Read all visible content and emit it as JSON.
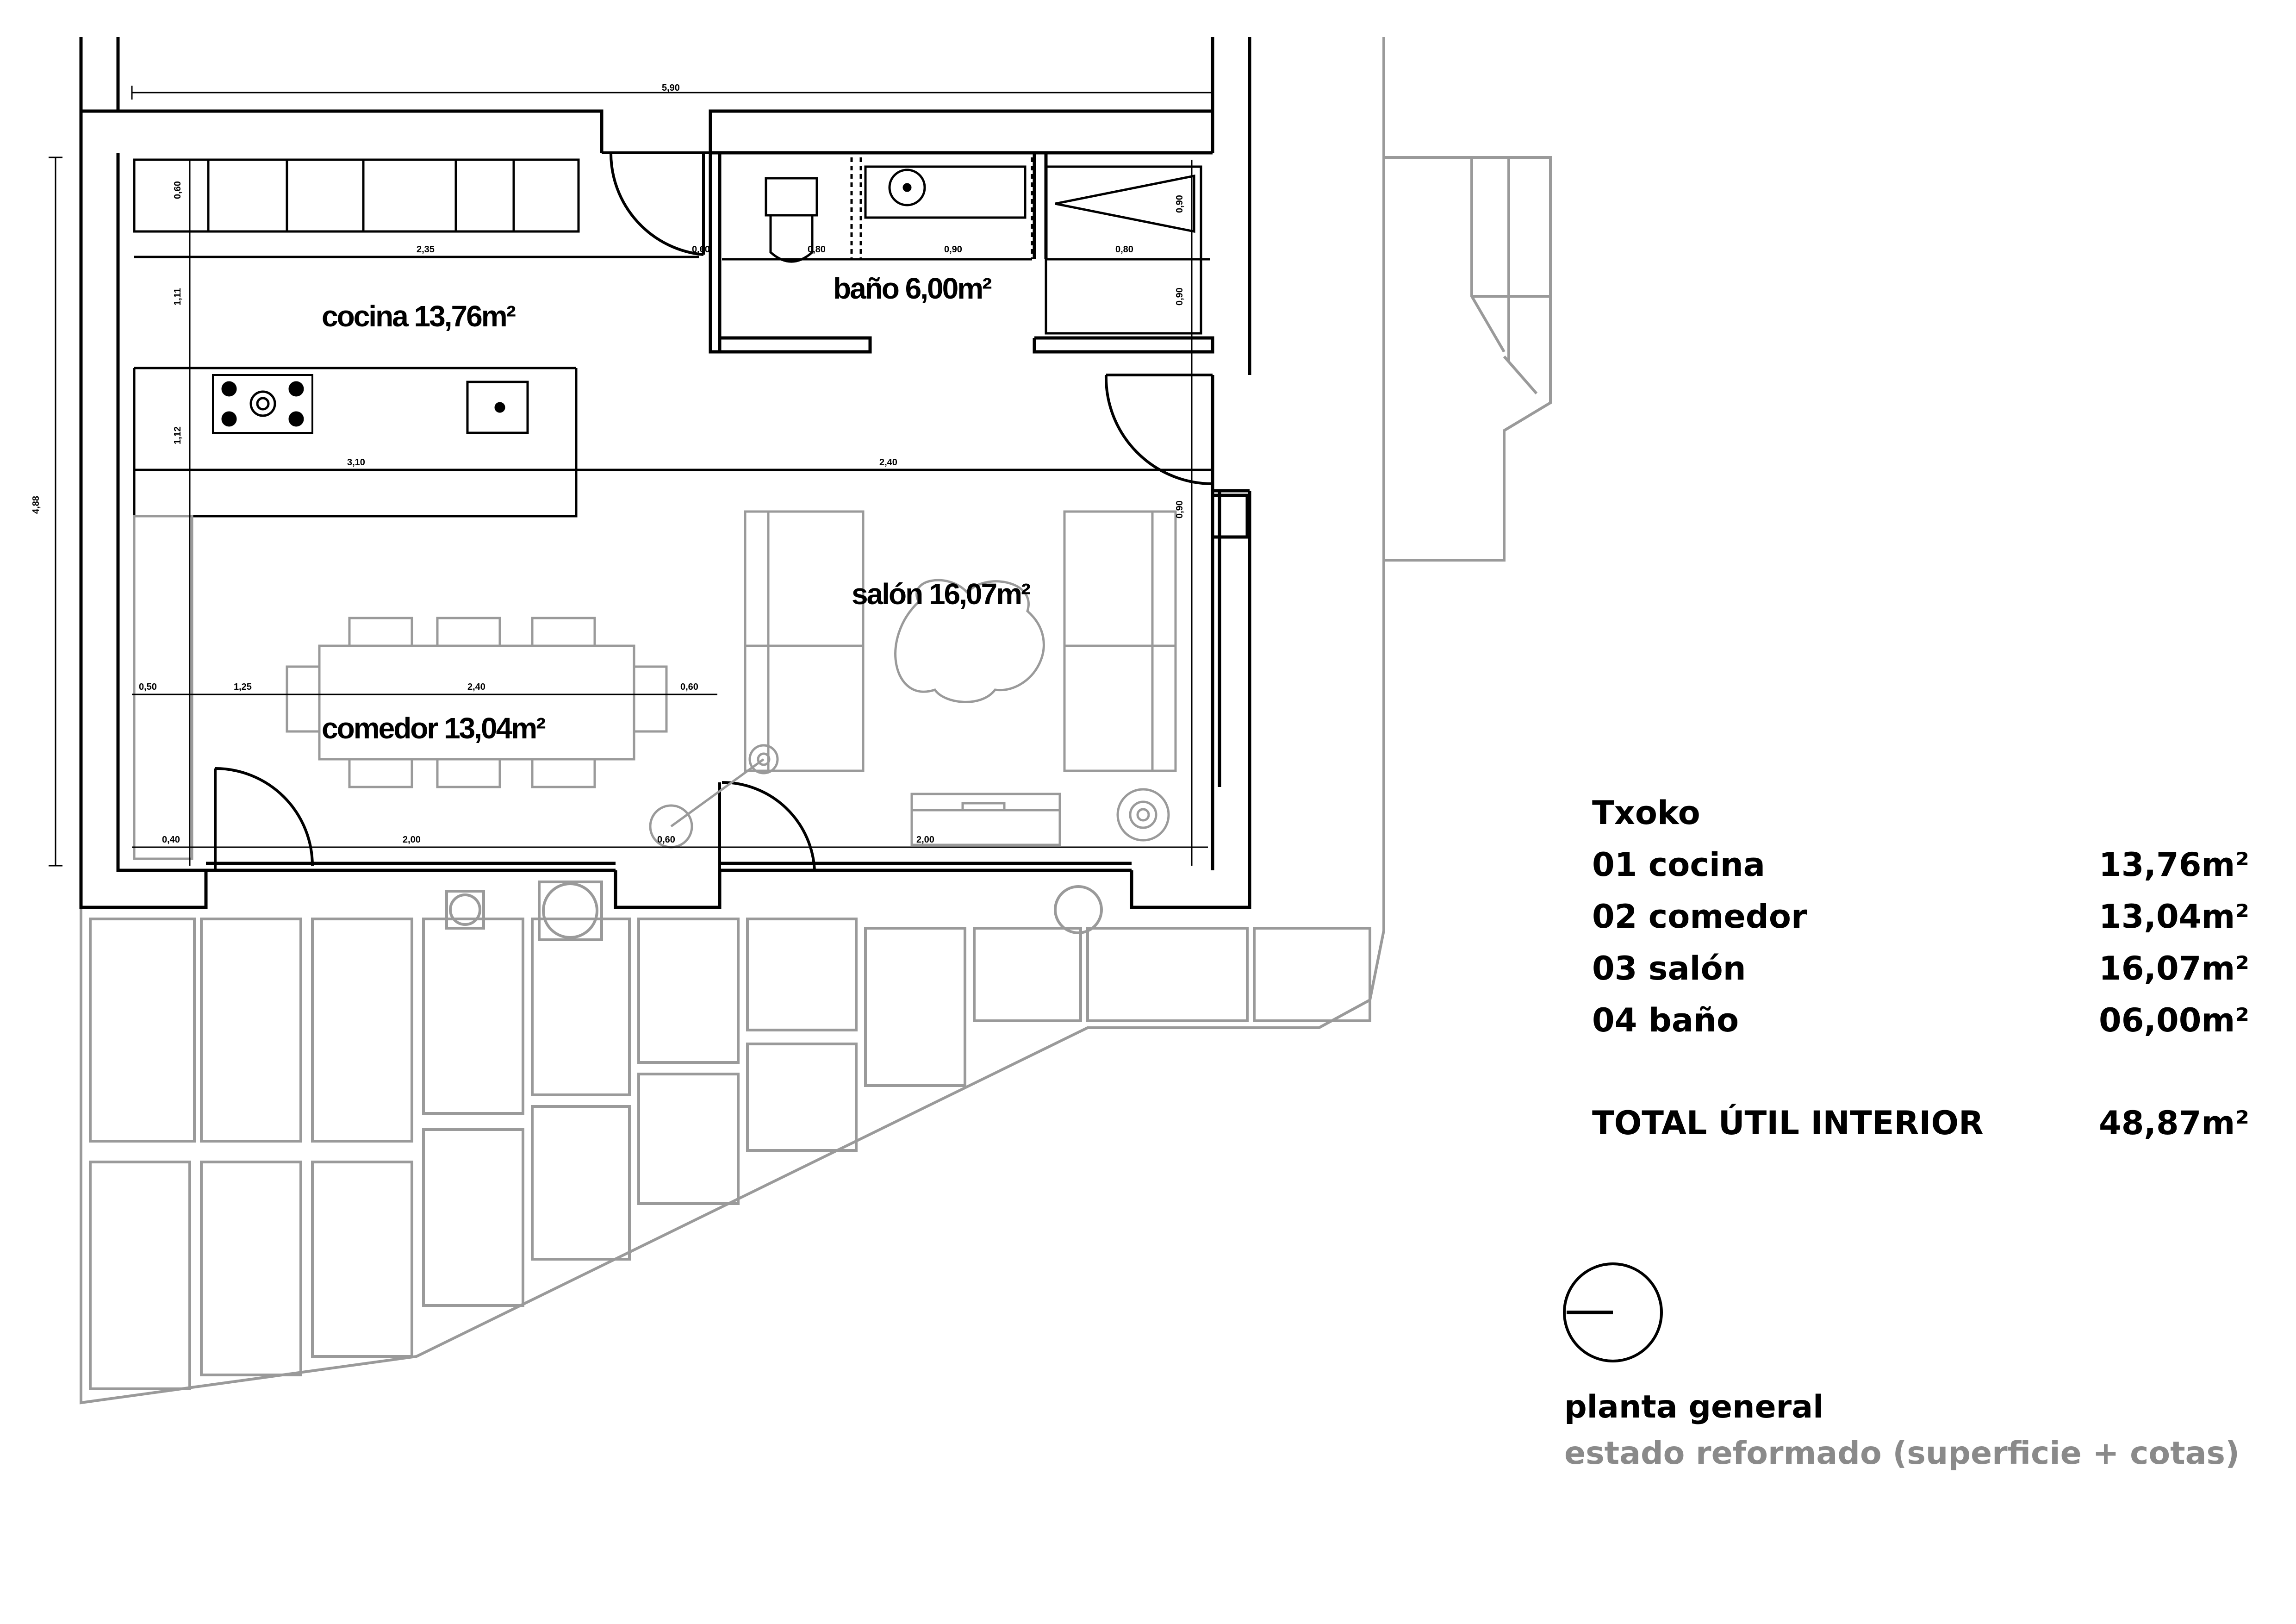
{
  "plan": {
    "rooms": [
      {
        "id": "cocina",
        "label": "cocina 13,76m²"
      },
      {
        "id": "bano",
        "label": "baño 6,00m²"
      },
      {
        "id": "salon",
        "label": "salón 16,07m²"
      },
      {
        "id": "comedor",
        "label": "comedor 13,04m²"
      }
    ]
  },
  "legend": {
    "heading": "Txoko",
    "items": [
      {
        "name": "01 cocina",
        "area": "13,76m²"
      },
      {
        "name": "02 comedor",
        "area": "13,04m²"
      },
      {
        "name": "03 salón",
        "area": "16,07m²"
      },
      {
        "name": "04 baño",
        "area": "06,00m²"
      }
    ],
    "total_label": "TOTAL ÚTIL INTERIOR",
    "total_value": "48,87m²"
  },
  "caption": {
    "title": "planta general",
    "subtitle": "estado reformado (superficie + cotas)"
  },
  "colors": {
    "walls": "#000000",
    "furniture": "#8a8a8a",
    "caption_secondary": "#8a8a8a"
  },
  "icons": {
    "north_arrow": "north-arrow-icon"
  }
}
